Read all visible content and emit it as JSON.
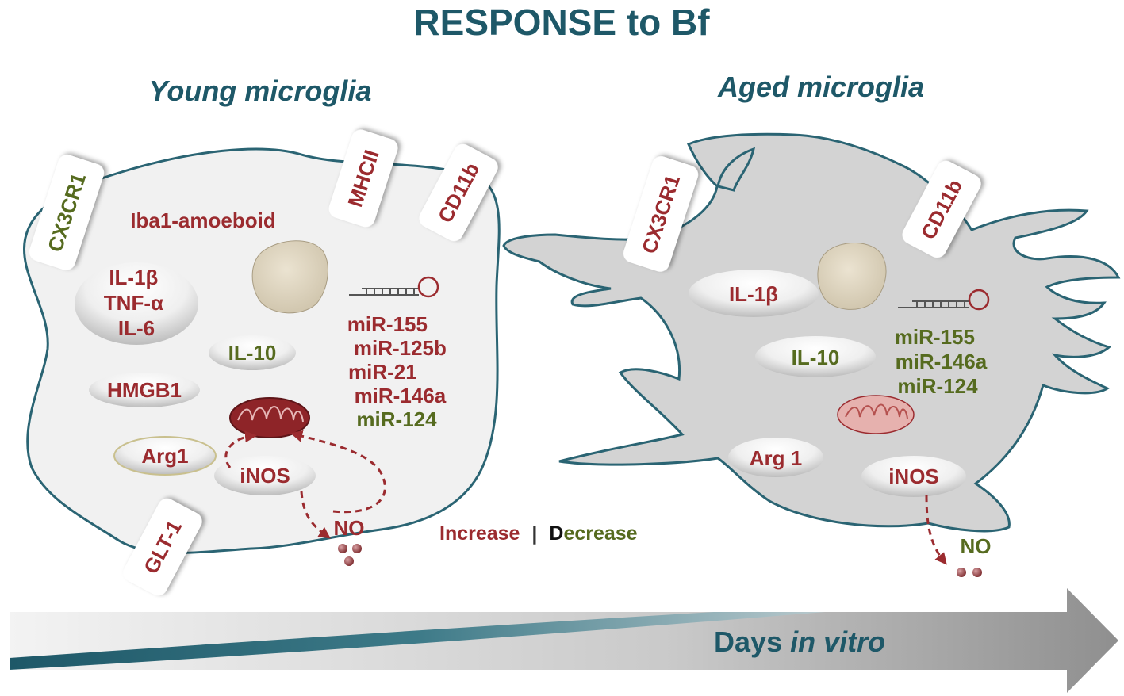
{
  "title": "RESPONSE to Bf",
  "colors": {
    "title": "#1e5868",
    "increase": "#9b2b2f",
    "decrease": "#566b1f",
    "cell_outline": "#2a6473",
    "young_fill": "#f1f1f1",
    "aged_fill": "#d3d3d3"
  },
  "young": {
    "heading": "Young microglia",
    "receptors": [
      "CX3CR1",
      "MHCII",
      "CD11b",
      "GLT-1"
    ],
    "morphology": "Iba1-amoeboid",
    "cytokines": [
      "IL-1β",
      "TNF-α",
      "IL-6"
    ],
    "il10": "IL-10",
    "hmgb1": "HMGB1",
    "arg1": "Arg1",
    "inos": "iNOS",
    "no": "NO",
    "mirnas": [
      {
        "name": "miR-155",
        "trend": "increase"
      },
      {
        "name": "miR-125b",
        "trend": "increase"
      },
      {
        "name": "miR-21",
        "trend": "increase"
      },
      {
        "name": "miR-146a",
        "trend": "increase"
      },
      {
        "name": "miR-124",
        "trend": "decrease"
      }
    ]
  },
  "aged": {
    "heading": "Aged microglia",
    "receptors": [
      "CX3CR1",
      "CD11b"
    ],
    "il1b": "IL-1β",
    "il10": "IL-10",
    "arg1": "Arg 1",
    "inos": "iNOS",
    "no": "NO",
    "mirnas": [
      {
        "name": "miR-155",
        "trend": "decrease"
      },
      {
        "name": "miR-146a",
        "trend": "decrease"
      },
      {
        "name": "miR-124",
        "trend": "decrease"
      }
    ]
  },
  "legend": {
    "increase": "Increase",
    "separator": "|",
    "decrease_initial": "D",
    "decrease_rest": "ecrease"
  },
  "arrow": {
    "label_plain": "Days ",
    "label_italic": "in vitro"
  }
}
